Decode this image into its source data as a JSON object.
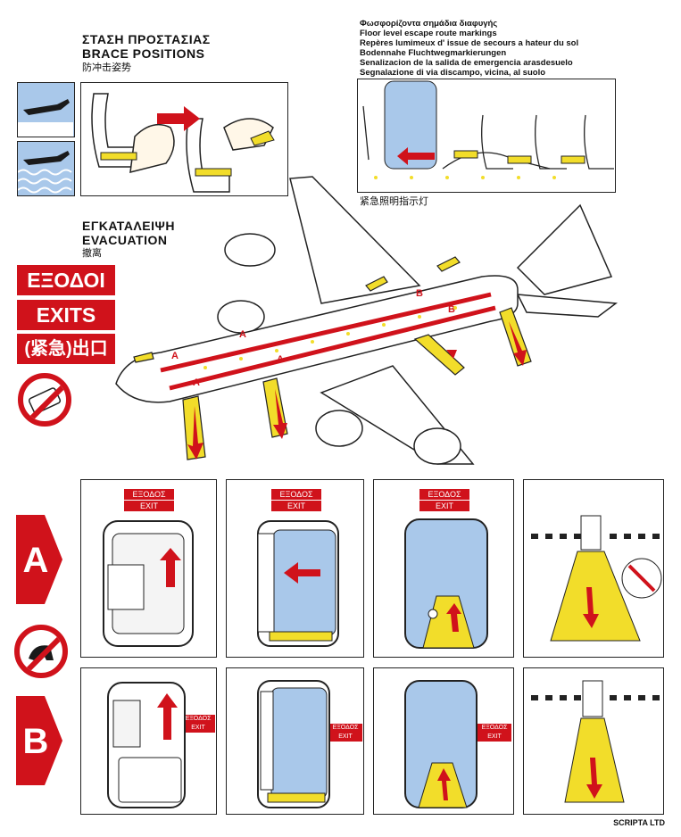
{
  "brace": {
    "title_gr": "ΣΤΑΣΗ ΠΡΟΣΤΑΣΙΑΣ",
    "title_en": "BRACE POSITIONS",
    "title_zh": "防冲击姿势"
  },
  "markings": {
    "lines": [
      "Φωσφορίζοντα σημάδια διαφυγής",
      "Floor level escape route markings",
      "Repères lumimeux d' issue de secours a hateur du sol",
      "Bodennahe Fluchtwegmarkierungen",
      "Senalizacion de la salida de emergencia arasdesuelo",
      "Segnalazione di via discampo, vicina, al suolo"
    ],
    "caption_zh": "紧急照明指示灯"
  },
  "evacuation": {
    "title_gr": "ΕΓΚΑΤΑΛΕΙΨΗ",
    "title_en": "EVACUATION",
    "title_zh": "撤离"
  },
  "exits_sign": {
    "gr": "ΕΞΟΔΟΙ",
    "en": "EXITS",
    "zh": "(紧急)出口"
  },
  "door_labels": {
    "a": "A",
    "b": "B"
  },
  "exit_badge": {
    "gr": "ΕΞΟΔΟΣ",
    "en": "EXIT"
  },
  "rows": {
    "a": "A",
    "b": "B"
  },
  "footer": {
    "publisher": "SCRIPTA LTD"
  },
  "colors": {
    "red": "#d0121b",
    "yellow": "#f2dd2a",
    "blue": "#a9c8ea"
  }
}
